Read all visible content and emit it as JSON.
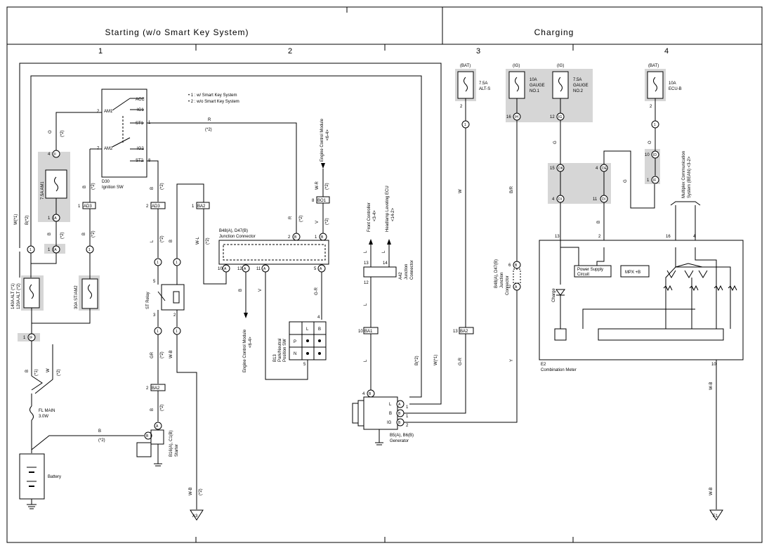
{
  "header": {
    "left_title": "Starting (w/o Smart Key System)",
    "right_title": "Charging",
    "col1": "1",
    "col2": "2",
    "col3": "3",
    "col4": "4"
  },
  "notes": {
    "n1": "• 1 : w/ Smart Key System",
    "n2": "• 2 : w/o Smart Key System"
  },
  "components": {
    "ignition_sw_id": "D30",
    "ignition_sw_name": "Ignition SW",
    "ignition_terms": [
      "ACC",
      "IG1",
      "ST1",
      "IG2",
      "ST2",
      "AM1",
      "AM2"
    ],
    "am1_fuse": "7.5A AM1",
    "st_am2_fuse": "30A ST/AM2",
    "alt_fuse_top": "140A ALT (*1)",
    "alt_fuse_bottom": "120A ALT (*2)",
    "fl_main_1": "FL MAIN",
    "fl_main_2": "3.0W",
    "battery": "Battery",
    "st_relay": "ST Relay",
    "starter_id": "B16(A), C1(B)",
    "starter_name": "Starter",
    "jc_id": "B48(A), D47(B)",
    "jc_name": "Junction Connector",
    "ecm_a": "Engine Control Module",
    "ecm_a_ref": "<6-4>",
    "ecm_b": "Engine Control Module",
    "ecm_b_ref": "<6-4>",
    "park_id": "B13",
    "park_name_1": "Park/Neutral",
    "park_name_2": "Position SW",
    "park_P": "P",
    "park_N": "N",
    "park_L": "L",
    "park_B": "B",
    "front_controller": "Front Controller",
    "front_controller_ref": "<3-4>",
    "headlamp_ecu": "Headlamp Leveling ECU",
    "headlamp_ecu_ref": "<14-2>",
    "a42_id": "A42",
    "a42_name_1": "Junction",
    "a42_name_2": "Connector",
    "generator_id": "B5(A), B6(B)",
    "generator_name": "Generator",
    "gen_L": "L",
    "gen_B": "B",
    "gen_IG": "IG",
    "alt_s_fuse_1": "7.5A",
    "alt_s_fuse_2": "ALT-S",
    "gauge1_1": "10A",
    "gauge1_2": "GAUGE",
    "gauge1_3": "NO.1",
    "gauge2_1": "7.5A",
    "gauge2_2": "GAUGE",
    "gauge2_3": "NO.2",
    "ecub_1": "10A",
    "ecub_2": "ECU-B",
    "bat": "(BAT)",
    "ig": "(IG)",
    "jc2_id": "B48(A), D47(B)",
    "jc2_name_1": "Junction",
    "jc2_name_2": "Connector",
    "meter_id": "E2",
    "meter_name": "Combination Meter",
    "power_supply_1": "Power Supply",
    "power_supply_2": "Circuit",
    "mpx": "MPX +B",
    "charge": "Charge",
    "mpx_sys_1": "Multiplex Communication",
    "mpx_sys_2": "System (BEAN) <3-2>",
    "ground_a3": "A3",
    "ground_e1": "E1"
  },
  "connectors": {
    "II": "II",
    "IA": "IA",
    "IF": "IF",
    "AD3": "AD3",
    "BA2": "BA2",
    "BO1": "BO1",
    "BA1": "BA1",
    "IH": "IH",
    "IG": "IG",
    "DK": "DK",
    "DE": "DE",
    "DI": "DI",
    "ID": "ID",
    "A": "A",
    "B": "B",
    "one": "1"
  },
  "wires": {
    "O": "O",
    "B": "B",
    "W": "W",
    "R": "R",
    "L": "L",
    "V": "V",
    "Y": "Y",
    "G": "G",
    "GR": "GR",
    "WL": "W-L",
    "WB": "W-B",
    "WR": "W-R",
    "GR2": "G-R",
    "BR": "B/R",
    "W1": "W(*1)",
    "B2": "B(*2)",
    "star1": "(*1)",
    "star2": "(*2)"
  }
}
